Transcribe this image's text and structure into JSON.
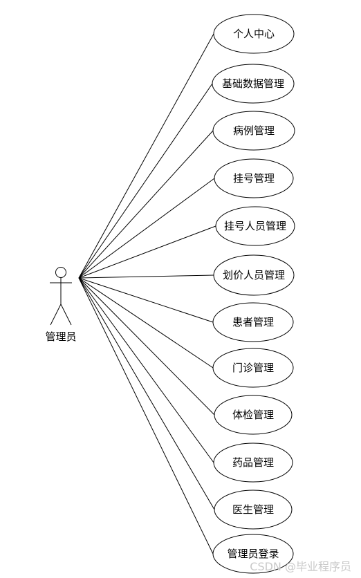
{
  "actor": {
    "label": "管理员"
  },
  "use_cases": [
    {
      "label": "个人中心"
    },
    {
      "label": "基础数据管理"
    },
    {
      "label": "病例管理"
    },
    {
      "label": "挂号管理"
    },
    {
      "label": "挂号人员管理"
    },
    {
      "label": "划价人员管理"
    },
    {
      "label": "患者管理"
    },
    {
      "label": "门诊管理"
    },
    {
      "label": "体检管理"
    },
    {
      "label": "药品管理"
    },
    {
      "label": "医生管理"
    },
    {
      "label": "管理员登录"
    }
  ],
  "watermark": "CSDN @毕业程序员",
  "colors": {
    "stroke": "#000000",
    "watermark": "#c9c9c9",
    "background": "#ffffff"
  }
}
